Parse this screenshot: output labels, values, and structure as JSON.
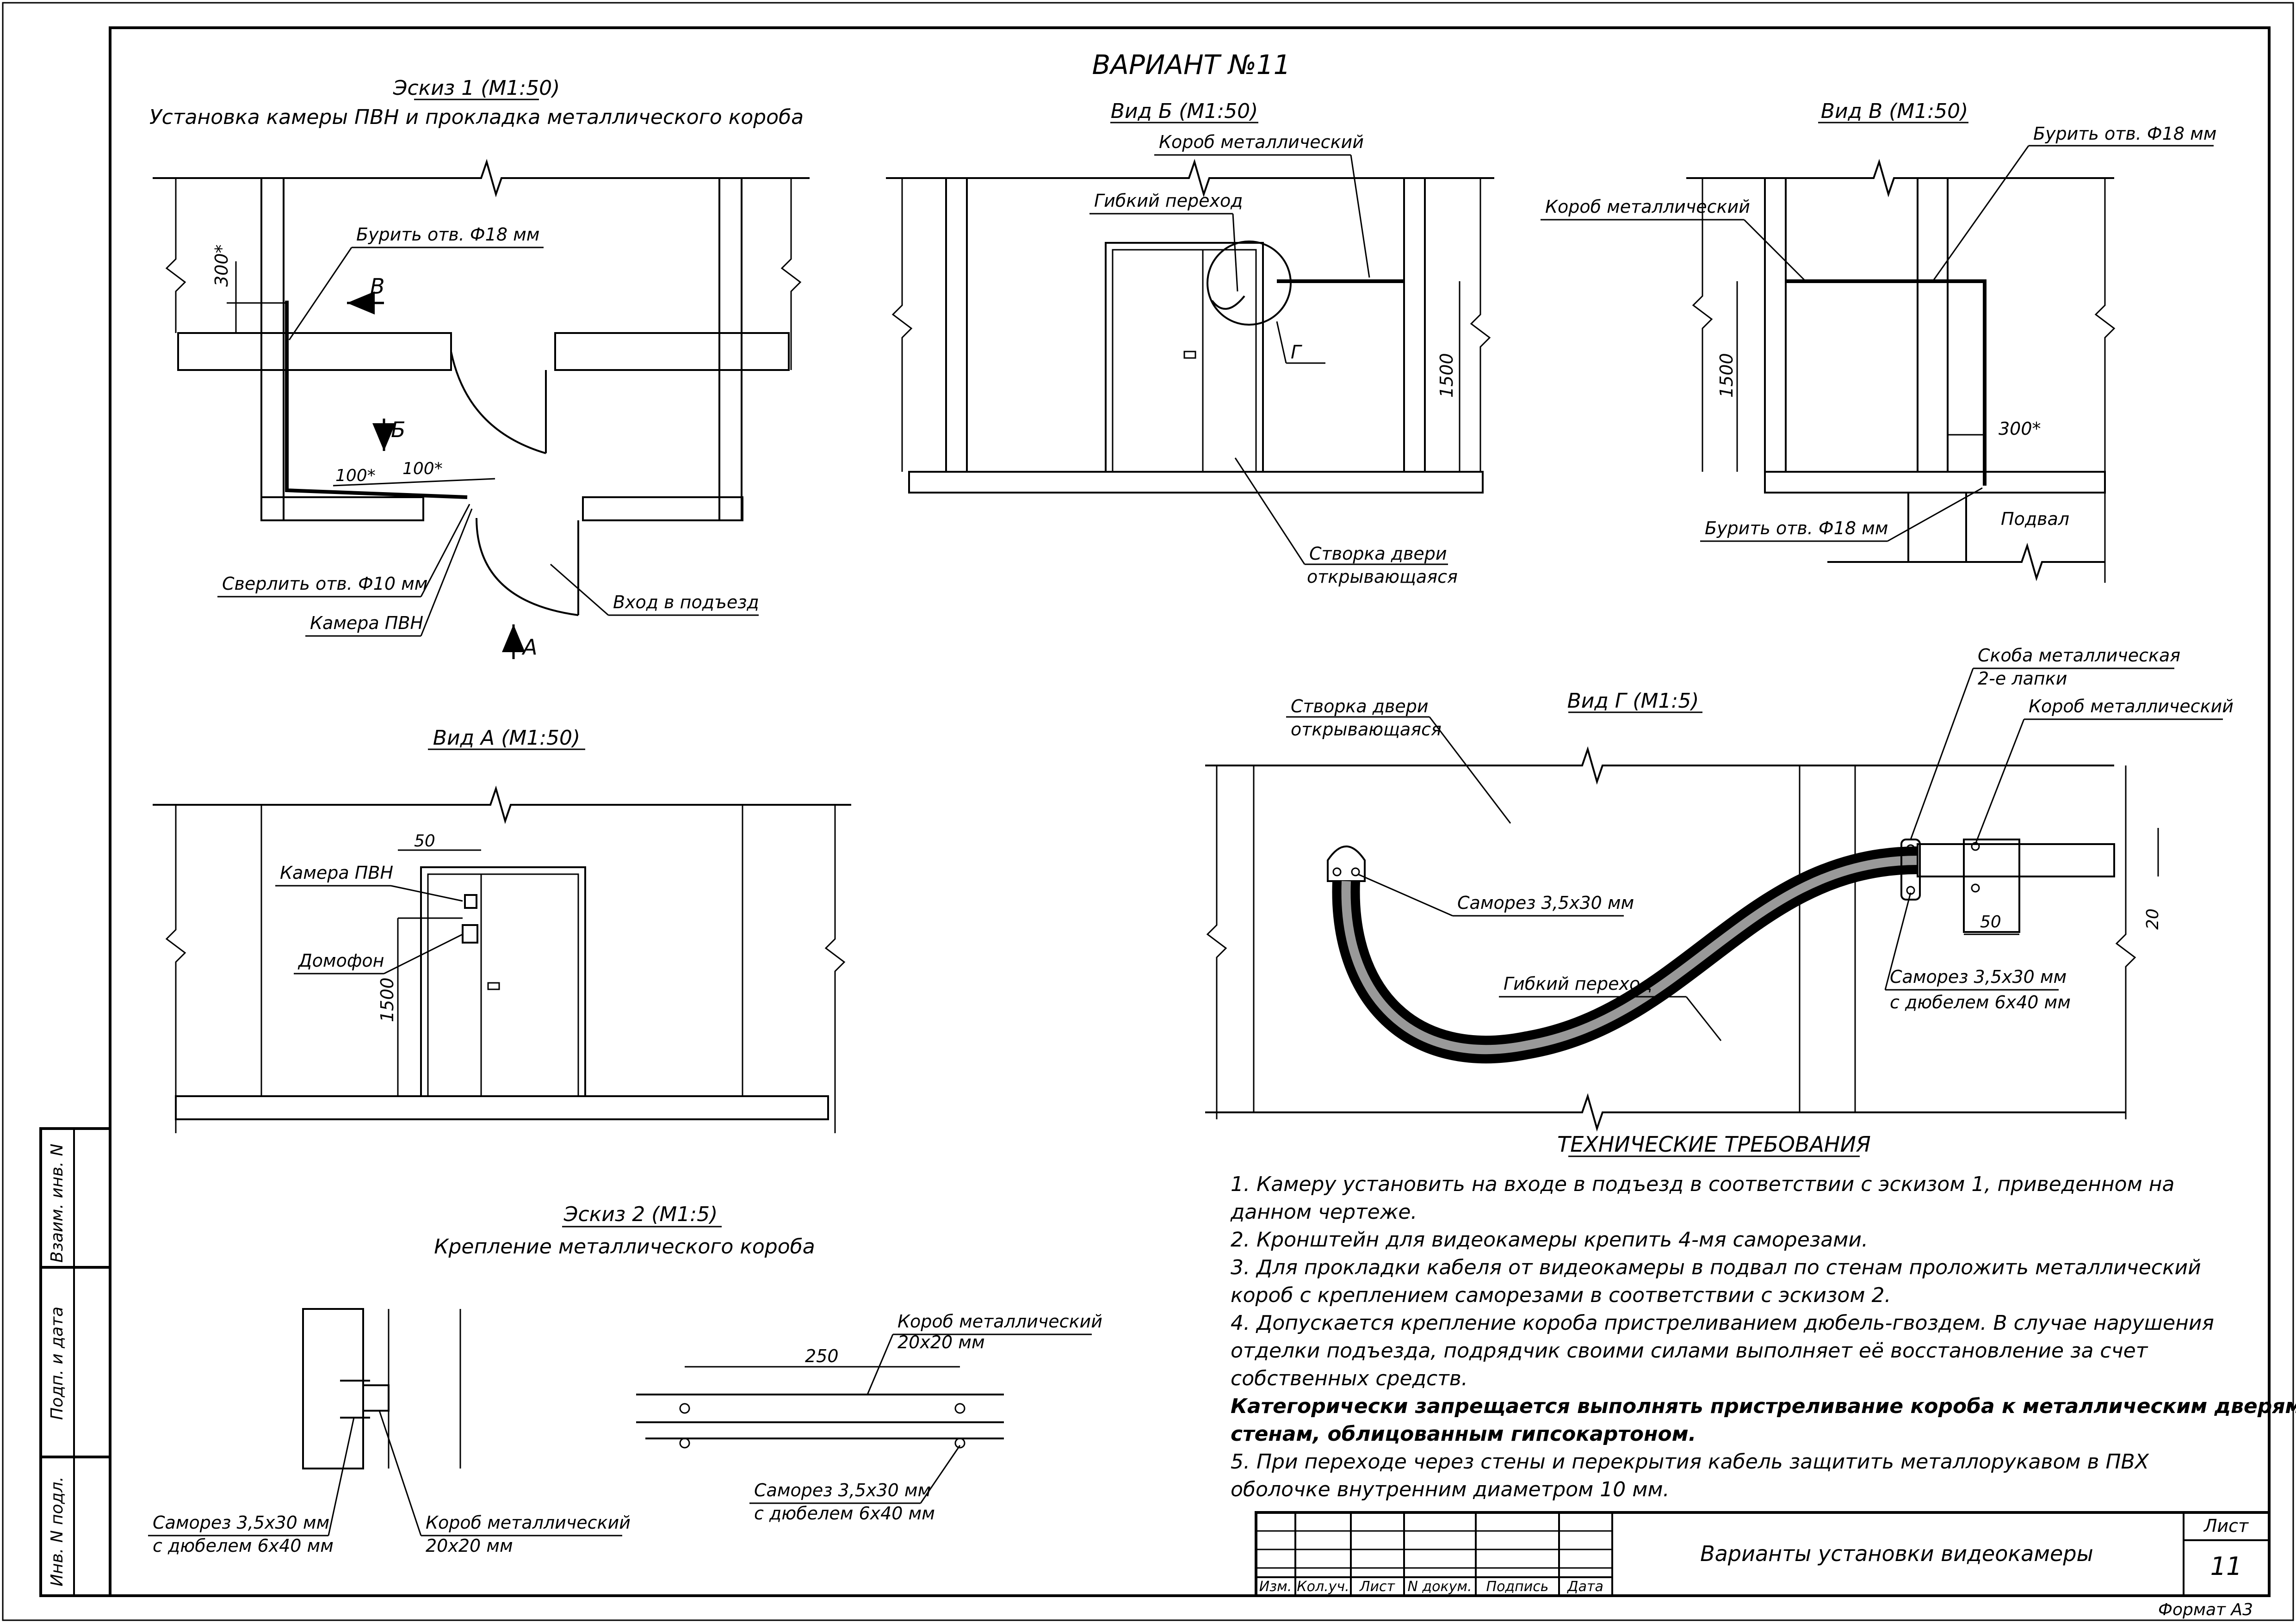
{
  "sheet": {
    "variant_title": "ВАРИАНТ №11",
    "sheet_number": "11",
    "sheet_label": "Лист",
    "drawing_title": "Варианты установки видеокамеры",
    "format": "Формат А3",
    "stamp_cols": [
      "Изм.",
      "Кол.уч.",
      "Лист",
      "N докум.",
      "Подпись",
      "Дата"
    ],
    "side_labels": [
      "Взаим. инв. N",
      "Подп. и дата",
      "Инв. N подл."
    ]
  },
  "sketch1": {
    "title": "Эскиз 1 (М1:50)",
    "subtitle": "Установка камеры ПВН и прокладка металлического короба",
    "drill18": "Бурить отв. Ф18 мм",
    "drill10": "Сверлить отв. Ф10 мм",
    "camera": "Камера ПВН",
    "entrance": "Вход в подъезд",
    "arrow_b": "Б",
    "arrow_v": "В",
    "arrow_a": "А",
    "dim_300": "300*",
    "dim_100a": "100*",
    "dim_100b": "100*"
  },
  "viewB": {
    "title": "Вид Б (М1:50)",
    "box": "Короб металлический",
    "flex": "Гибкий переход",
    "g_label": "Г",
    "door_leaf": "Створка двери",
    "door_leaf2": "открывающаяся",
    "dim_1500": "1500"
  },
  "viewV": {
    "title": "Вид В (М1:50)",
    "drill_top": "Бурить отв. Ф18 мм",
    "box": "Короб металлический",
    "drill_bottom": "Бурить отв. Ф18 мм",
    "basement": "Подвал",
    "dim_1500": "1500",
    "dim_300": "300*"
  },
  "viewA": {
    "title": "Вид А (М1:50)",
    "camera": "Камера ПВН",
    "intercom": "Домофон",
    "dim_50": "50",
    "dim_1500": "1500"
  },
  "viewG": {
    "title": "Вид Г (М1:5)",
    "door_leaf": "Створка двери",
    "door_leaf2": "открывающаяся",
    "bracket": "Скоба металлическая",
    "bracket2": "2-е лапки",
    "box": "Короб металлический",
    "screw": "Саморез 3,5х30 мм",
    "flex": "Гибкий переход",
    "screw_dowel": "Саморез 3,5х30 мм",
    "screw_dowel2": "с дюбелем 6х40 мм",
    "dim_50": "50",
    "dim_20": "20"
  },
  "sketch2": {
    "title": "Эскиз 2 (М1:5)",
    "subtitle": "Крепление металлического короба",
    "box": "Короб металлический",
    "box_size": "20х20 мм",
    "dim_250": "250",
    "screw": "Саморез 3,5х30 мм",
    "screw2": "с дюбелем 6х40 мм",
    "screw_left": "Саморез 3,5х30 мм",
    "screw_left2": "с дюбелем 6х40 мм",
    "box_left": "Короб металлический",
    "box_left2": "20х20 мм"
  },
  "requirements": {
    "title": "ТЕХНИЧЕСКИЕ ТРЕБОВАНИЯ",
    "lines": [
      "1. Камеру установить на входе в подъезд в соответствии с эскизом 1, приведенном на",
      "данном чертеже.",
      "2. Кронштейн для видеокамеры крепить 4-мя саморезами.",
      "3. Для прокладки кабеля от видеокамеры в подвал по стенам проложить металлический",
      "короб с креплением саморезами в соответствии с эскизом 2.",
      "4. Допускается крепление короба пристреливанием дюбель-гвоздем. В случае нарушения",
      "отделки подъезда, подрядчик своими силами выполняет её восстановление за счет",
      "собственных средств."
    ],
    "bold_lines": [
      "Категорически запрещается выполнять пристреливание короба к металлическим дверям и",
      "стенам, облицованным гипсокартоном."
    ],
    "tail_lines": [
      "5. При переходе через стены и перекрытия кабель защитить металлорукавом в ПВХ",
      "оболочке внутренним диаметром 10 мм."
    ]
  }
}
